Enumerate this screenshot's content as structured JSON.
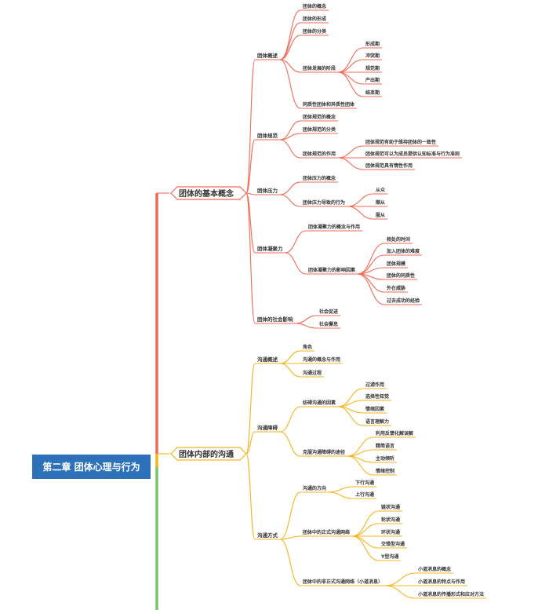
{
  "colors": {
    "central": "#2d72b8",
    "branch_1": "#f26b57",
    "branch_2": "#f7b31c",
    "branch_3": "#7bc46a"
  },
  "central": {
    "label": "第二章 团体心理与行为"
  },
  "branches": [
    {
      "label": "团体的基本概念",
      "children": [
        {
          "label": "团体概述",
          "children": [
            {
              "label": "团体的概念"
            },
            {
              "label": "团体的形成"
            },
            {
              "label": "团体的分类"
            },
            {
              "label": "团体发展的阶段",
              "children": [
                {
                  "label": "形成期"
                },
                {
                  "label": "冲突期"
                },
                {
                  "label": "规范期"
                },
                {
                  "label": "产出期"
                },
                {
                  "label": "结束期"
                }
              ]
            },
            {
              "label": "同质性团体和异质性团体"
            }
          ]
        },
        {
          "label": "团体规范",
          "children": [
            {
              "label": "团体规范的概念"
            },
            {
              "label": "团体规范的分类"
            },
            {
              "label": "团体规范的作用",
              "children": [
                {
                  "label": "团体规范有助于维持团体的一致性"
                },
                {
                  "label": "团体规范可以为成员提供认知标准与行为准则"
                },
                {
                  "label": "团体规范具有惰性作用"
                }
              ]
            }
          ]
        },
        {
          "label": "团体压力",
          "children": [
            {
              "label": "团体压力的概念"
            },
            {
              "label": "团体压力导致的行为",
              "children": [
                {
                  "label": "从众"
                },
                {
                  "label": "顺从"
                },
                {
                  "label": "服从"
                }
              ]
            }
          ]
        },
        {
          "label": "团体凝聚力",
          "children": [
            {
              "label": "团体凝聚力的概念与作用"
            },
            {
              "label": "团体凝聚力的影响因素",
              "children": [
                {
                  "label": "相处的时间"
                },
                {
                  "label": "加入团体的难度"
                },
                {
                  "label": "团体规模"
                },
                {
                  "label": "团体的同质性"
                },
                {
                  "label": "外在威胁"
                },
                {
                  "label": "过去成功的经验"
                }
              ]
            }
          ]
        },
        {
          "label": "团体的社会影响",
          "children": [
            {
              "label": "社会促进"
            },
            {
              "label": "社会懈怠"
            }
          ]
        }
      ]
    },
    {
      "label": "团体内部的沟通",
      "children": [
        {
          "label": "沟通概述",
          "children": [
            {
              "label": "角色"
            },
            {
              "label": "沟通的概念与作用"
            },
            {
              "label": "沟通过程"
            }
          ]
        },
        {
          "label": "沟通障碍",
          "children": [
            {
              "label": "妨碍沟通的因素",
              "children": [
                {
                  "label": "过滤作用"
                },
                {
                  "label": "选择性知觉"
                },
                {
                  "label": "情绪因素"
                },
                {
                  "label": "语言理解力"
                }
              ]
            },
            {
              "label": "克服沟通障碍的途径",
              "children": [
                {
                  "label": "利用反馈化解误解"
                },
                {
                  "label": "精简语言"
                },
                {
                  "label": "主动倾听"
                },
                {
                  "label": "情绪控制"
                }
              ]
            }
          ]
        },
        {
          "label": "沟通方式",
          "children": [
            {
              "label": "沟通的方向",
              "children": [
                {
                  "label": "下行沟通"
                },
                {
                  "label": "上行沟通"
                }
              ]
            },
            {
              "label": "团体中的正式沟通网络",
              "children": [
                {
                  "label": "链状沟通"
                },
                {
                  "label": "轮状沟通"
                },
                {
                  "label": "环状沟通"
                },
                {
                  "label": "交错型沟通"
                },
                {
                  "label": "Y型沟通"
                }
              ]
            },
            {
              "label": "团体中的非正式沟通网络（小道消息）",
              "children": [
                {
                  "label": "小道消息的概念"
                },
                {
                  "label": "小道消息的特点与作用"
                },
                {
                  "label": "小道消息的传播形式和应对方法"
                }
              ]
            }
          ]
        }
      ]
    }
  ]
}
